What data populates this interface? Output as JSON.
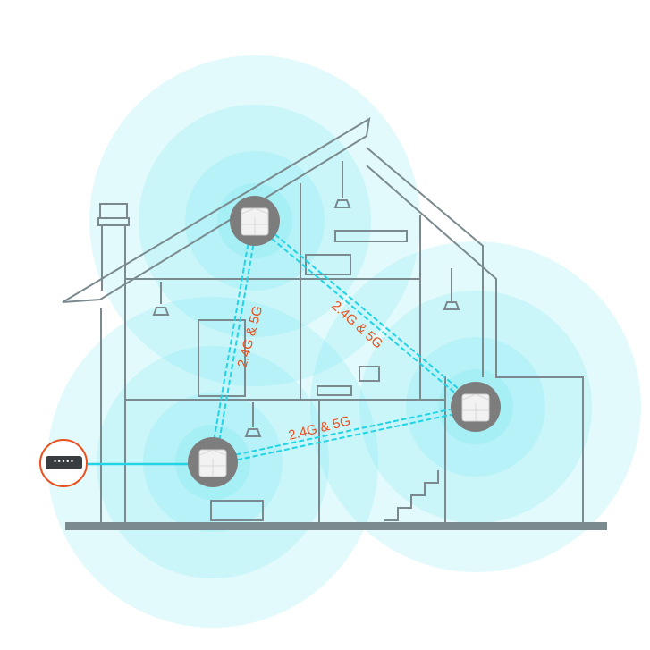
{
  "links": [
    {
      "from": "node-top",
      "to": "node-bottom",
      "label": "2.4G & 5G"
    },
    {
      "from": "node-top",
      "to": "node-right",
      "label": "2.4G & 5G"
    },
    {
      "from": "node-bottom",
      "to": "node-right",
      "label": "2.4G & 5G"
    }
  ],
  "colors": {
    "coverage": "#5ee3ee",
    "link": "#22d3e6",
    "label": "#e8501e",
    "house_line": "#7b8a8e",
    "node_disk": "#7d7d7d",
    "modem_ring": "#e8501e",
    "modem_body": "#3a3d40"
  },
  "devices": [
    "node-top",
    "node-right",
    "node-bottom",
    "modem"
  ]
}
